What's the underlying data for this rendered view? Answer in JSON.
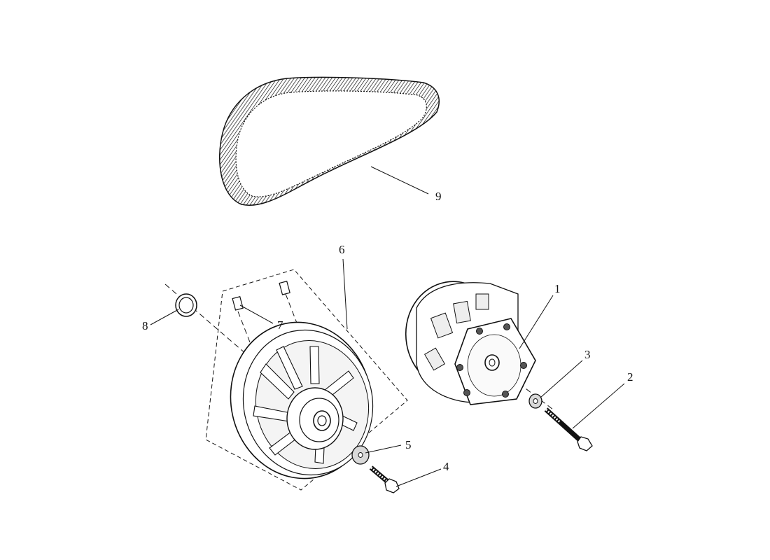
{
  "diagram": {
    "colors": {
      "line": "#111111",
      "background": "#ffffff",
      "shade": "#d9d9d9"
    },
    "callouts": [
      {
        "id": "1",
        "label": "1"
      },
      {
        "id": "2",
        "label": "2"
      },
      {
        "id": "3",
        "label": "3"
      },
      {
        "id": "4",
        "label": "4"
      },
      {
        "id": "5",
        "label": "5"
      },
      {
        "id": "6",
        "label": "6"
      },
      {
        "id": "7",
        "label": "7"
      },
      {
        "id": "8",
        "label": "8"
      },
      {
        "id": "9",
        "label": "9"
      }
    ]
  }
}
